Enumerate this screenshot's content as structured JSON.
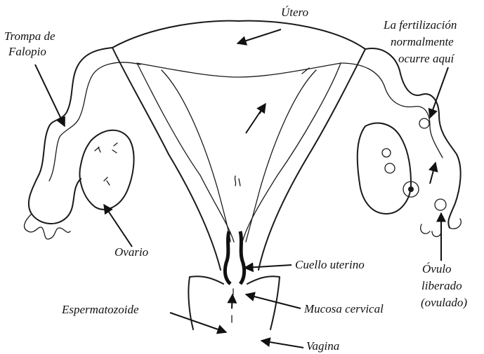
{
  "labels": {
    "utero": "Útero",
    "trompa": [
      "Trompa de",
      "Falopio"
    ],
    "fertilizacion": [
      "La fertilización",
      "normalmente",
      "ocurre aquí"
    ],
    "ovario": "Ovario",
    "cuello": "Cuello uterino",
    "ovulo": [
      "Óvulo",
      "liberado",
      "(ovulado)"
    ],
    "espermatozoide": "Espermatozoide",
    "mucosa": "Mucosa cervical",
    "vagina": "Vagina"
  },
  "colors": {
    "ink": "#1a1a1a",
    "background": "#ffffff"
  }
}
